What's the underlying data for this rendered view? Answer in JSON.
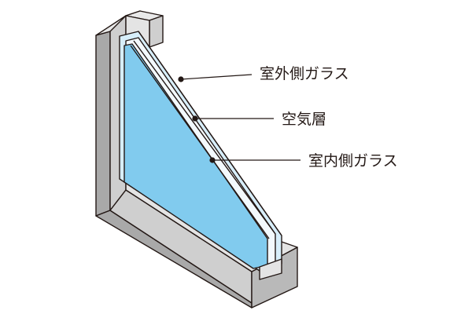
{
  "labels": {
    "outer_glass": "室外側ガラス",
    "air_layer": "空気層",
    "inner_glass": "室内側ガラス"
  },
  "colors": {
    "frame_light": "#e9e9e9",
    "frame_mid": "#cfcfcf",
    "frame_dark": "#a9a9a9",
    "glass_fill": "#81cbee",
    "glass_pale": "#d7eefa",
    "outline": "#231815"
  }
}
